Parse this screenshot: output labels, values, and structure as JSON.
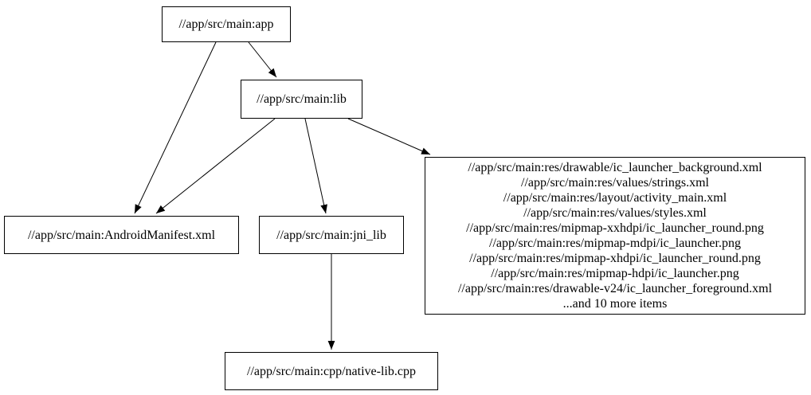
{
  "diagram": {
    "type": "dependency-graph",
    "colors": {
      "background": "#ffffff",
      "node_border": "#000000",
      "node_fill": "#ffffff",
      "edge": "#000000",
      "text": "#000000"
    },
    "nodes": {
      "app": {
        "label": "//app/src/main:app"
      },
      "lib": {
        "label": "//app/src/main:lib"
      },
      "manifest": {
        "label": "//app/src/main:AndroidManifest.xml"
      },
      "jni_lib": {
        "label": "//app/src/main:jni_lib"
      },
      "cpp": {
        "label": "//app/src/main:cpp/native-lib.cpp"
      },
      "res": {
        "lines": [
          "//app/src/main:res/drawable/ic_launcher_background.xml",
          "//app/src/main:res/values/strings.xml",
          "//app/src/main:res/layout/activity_main.xml",
          "//app/src/main:res/values/styles.xml",
          "//app/src/main:res/mipmap-xxhdpi/ic_launcher_round.png",
          "//app/src/main:res/mipmap-mdpi/ic_launcher.png",
          "//app/src/main:res/mipmap-xhdpi/ic_launcher_round.png",
          "//app/src/main:res/mipmap-hdpi/ic_launcher.png",
          "//app/src/main:res/drawable-v24/ic_launcher_foreground.xml",
          "...and 10 more items"
        ]
      }
    },
    "edges": [
      {
        "from": "app",
        "to": "lib"
      },
      {
        "from": "app",
        "to": "manifest"
      },
      {
        "from": "lib",
        "to": "manifest"
      },
      {
        "from": "lib",
        "to": "jni_lib"
      },
      {
        "from": "lib",
        "to": "res"
      },
      {
        "from": "jni_lib",
        "to": "cpp"
      }
    ]
  }
}
